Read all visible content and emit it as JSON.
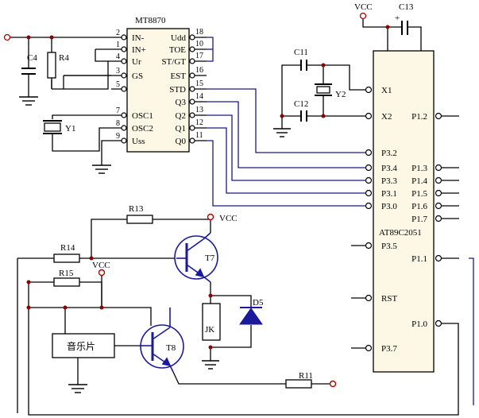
{
  "mt8870": {
    "title": "MT8870",
    "left_pins": [
      {
        "num": "2",
        "name": "IN-"
      },
      {
        "num": "1",
        "name": "IN+"
      },
      {
        "num": "4",
        "name": "Ur"
      },
      {
        "num": "3",
        "name": "GS"
      },
      {
        "num": "5",
        "name": ""
      },
      {
        "num": "7",
        "name": "OSC1"
      },
      {
        "num": "8",
        "name": "OSC2"
      },
      {
        "num": "9",
        "name": "Uss"
      }
    ],
    "right_pins": [
      {
        "num": "18",
        "name": "Udd"
      },
      {
        "num": "10",
        "name": "TOE"
      },
      {
        "num": "17",
        "name": "ST/GT"
      },
      {
        "num": "16",
        "name": "EST"
      },
      {
        "num": "15",
        "name": "STD"
      },
      {
        "num": "14",
        "name": "Q3"
      },
      {
        "num": "13",
        "name": "Q2"
      },
      {
        "num": "12",
        "name": "Q1"
      },
      {
        "num": "11",
        "name": "Q0"
      }
    ]
  },
  "at89c2051": {
    "title": "AT89C2051",
    "left_pins": [
      "X1",
      "X2",
      "P3.2",
      "P3.4",
      "P3.3",
      "P3.1",
      "P3.0",
      "P3.5",
      "RST",
      "P3.7"
    ],
    "right_pins": [
      "P1.2",
      "P1.3",
      "P1.4",
      "P1.5",
      "P1.6",
      "P1.7",
      "P1.1",
      "P1.0"
    ]
  },
  "components": {
    "c4": "C4",
    "r4": "R4",
    "y1": "Y1",
    "c11": "C11",
    "c12": "C12",
    "y2": "Y2",
    "c13": "C13",
    "c13_plus": "+",
    "r13": "R13",
    "r14": "R14",
    "r15": "R15",
    "r11": "R11",
    "t7": "T7",
    "t8": "T8",
    "d5": "D5",
    "jk": "JK",
    "music": "音乐片"
  },
  "power": {
    "vcc_top": "VCC",
    "vcc_t7": "VCC",
    "vcc_r15": "VCC"
  },
  "colors": {
    "wire": "#000000",
    "bus": "#1a1a80",
    "transistor": "#1a1a9a",
    "terminal": "#b00000",
    "ic_fill": "#fdf7e6",
    "junction": "#8b0000"
  }
}
